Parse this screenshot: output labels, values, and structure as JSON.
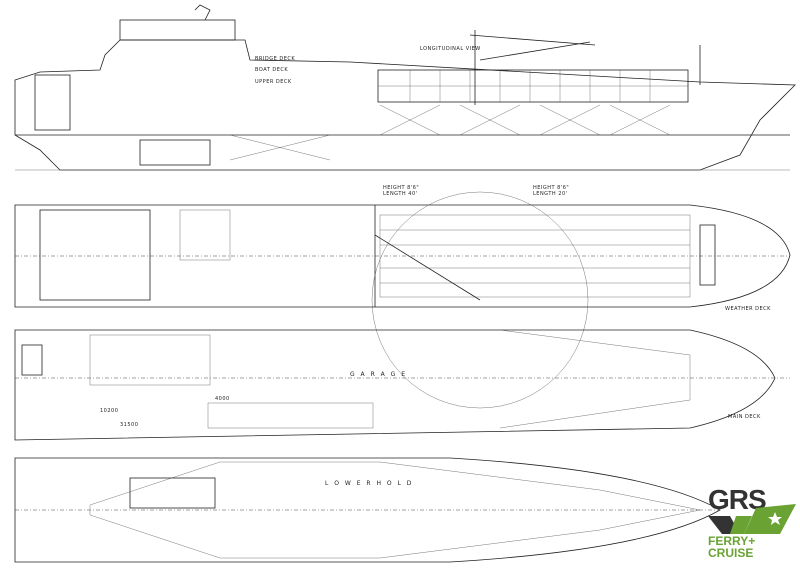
{
  "drawing": {
    "longitudinal_view_label": "LONGITUDINAL VIEW",
    "bridge_deck_label": "BRIDGE DECK",
    "boat_deck_label": "BOAT DECK",
    "upper_deck_label": "UPPER DECK",
    "container_40": {
      "height": "HEIGHT 8'6\"",
      "length": "LENGTH 40'"
    },
    "container_20": {
      "height": "HEIGHT 8'6\"",
      "length": "LENGTH 20'"
    },
    "weather_deck_label": "WEATHER DECK",
    "main_deck_label": "MAIN DECK",
    "garage_label": "G A R A G E",
    "lower_hold_label": "L O W E R   H O L D",
    "dim_1": "10200",
    "dim_2": "31500",
    "dim_3": "4000"
  },
  "logo": {
    "brand": "GRS",
    "line1": "FERRY+",
    "line2": "CRUISE",
    "green": "#6aa334",
    "dark": "#333333"
  }
}
